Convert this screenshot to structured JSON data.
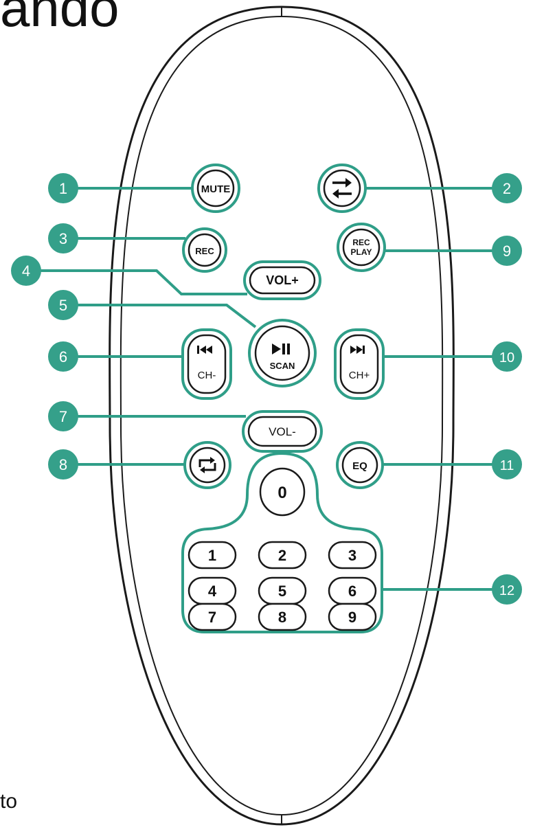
{
  "heading_fragment": "ando",
  "footnote_fragment": "to",
  "colors": {
    "accent": "#2f9e88",
    "outline": "#1a1a1a",
    "teal_fill": "#35a08a"
  },
  "buttons": {
    "mute": "MUTE",
    "mode_icon": "swap-arrows-icon",
    "rec": "REC",
    "rec_play_top": "REC",
    "rec_play_bottom": "PLAY",
    "vol_plus": "VOL+",
    "play_pause_icon": "play-pause-icon",
    "scan": "SCAN",
    "prev_icon": "previous-icon",
    "ch_minus": "CH-",
    "next_icon": "next-icon",
    "ch_plus": "CH+",
    "vol_minus": "VOL-",
    "repeat_icon": "repeat-icon",
    "eq": "EQ",
    "digits": [
      "0",
      "1",
      "2",
      "3",
      "4",
      "5",
      "6",
      "7",
      "8",
      "9"
    ]
  },
  "callouts": [
    "1",
    "2",
    "3",
    "4",
    "5",
    "6",
    "7",
    "8",
    "9",
    "10",
    "11",
    "12"
  ]
}
